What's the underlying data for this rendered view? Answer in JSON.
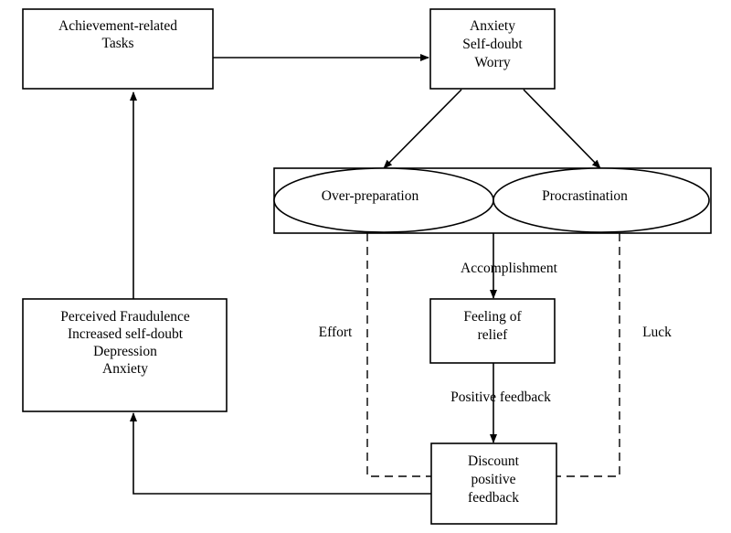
{
  "nodes": {
    "tasks": [
      "Achievement-related",
      "Tasks"
    ],
    "anxiety": [
      "Anxiety",
      "Self-doubt",
      "Worry"
    ],
    "over_preparation": "Over-preparation",
    "procrastination": "Procrastination",
    "relief": [
      "Feeling of",
      "relief"
    ],
    "discount": [
      "Discount",
      "positive",
      "feedback"
    ],
    "fraudulence": [
      "Perceived Fraudulence",
      "Increased self-doubt",
      "Depression",
      "Anxiety"
    ]
  },
  "edges": {
    "accomplishment": "Accomplishment",
    "positive_feedback": "Positive feedback",
    "effort": "Effort",
    "luck": "Luck"
  }
}
